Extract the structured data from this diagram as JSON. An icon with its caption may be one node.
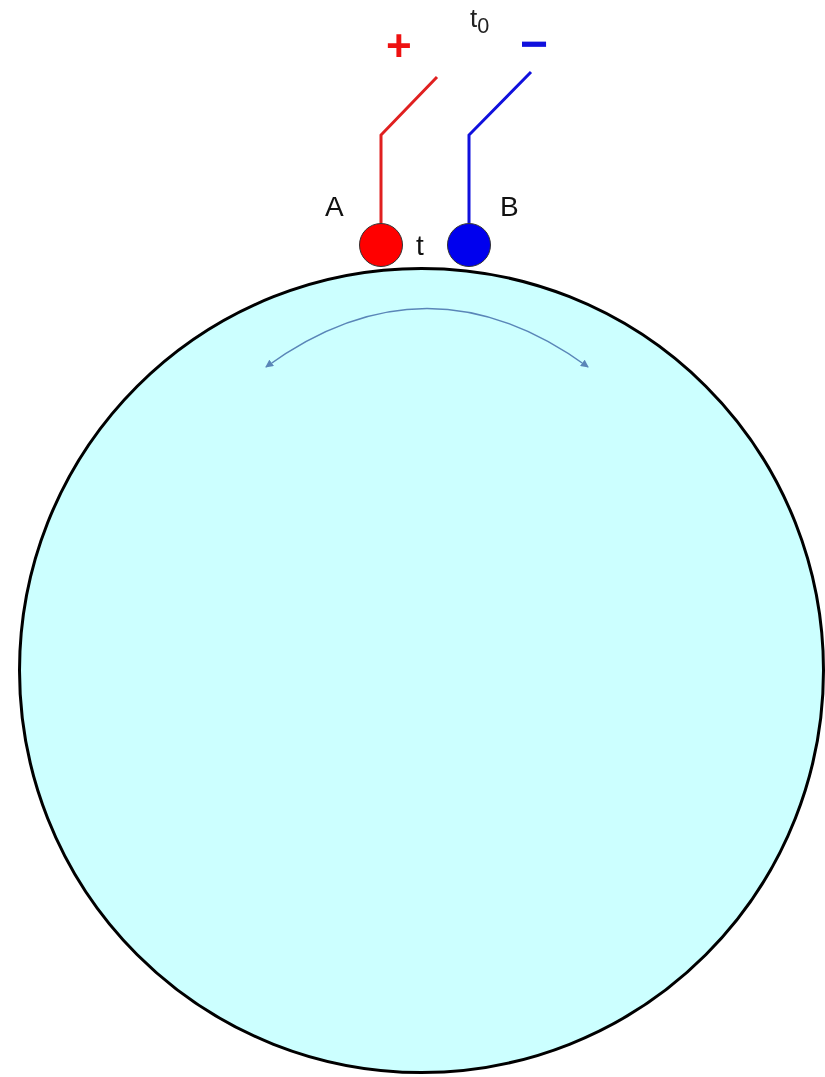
{
  "diagram": {
    "nodes": [
      {
        "text": [],
        "shape": "circle"
      },
      {
        "text": [],
        "shape": "circle",
        "beside": [
          "A"
        ]
      },
      {
        "text": [],
        "shape": "circle",
        "beside": [
          "B"
        ]
      }
    ],
    "labels": [
      "t$_{0}$",
      "+",
      "−",
      "t"
    ]
  }
}
